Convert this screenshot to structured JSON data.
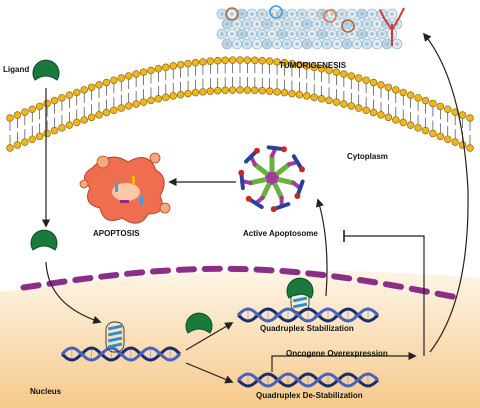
{
  "labels": {
    "ligand": "Ligand",
    "tumorigenesis": "TUMORIGENESIS",
    "cytoplasm": "Cytoplasm",
    "apoptosis": "APOPTOSIS",
    "active_apoptosome": "Active Apoptosome",
    "quadruplex_stabilization": "Quadruplex Stabilization",
    "oncogene_overexpression": "Oncogene Overexpression",
    "nucleus": "Nucleus",
    "quadruplex_destabilization": "Quadruplex De-Stabilization"
  },
  "colors": {
    "ligand": "#1a7a3c",
    "lipid_head": "#f2b51b",
    "nuclear_envelope": "#8b2e86",
    "nucleus_top": "#fdf3e0",
    "nucleus_bottom": "#f6c98b",
    "dna_dark": "#1c2d6b",
    "dna_light": "#4a63b8",
    "quadruplex": "#2a8fd0",
    "apoptosis_body": "#ef6e4f",
    "apoptosome_green": "#66b23c",
    "apoptosome_purple": "#a33b9c",
    "apoptosome_blue": "#2b3f9e",
    "apoptosome_red": "#c62828"
  }
}
